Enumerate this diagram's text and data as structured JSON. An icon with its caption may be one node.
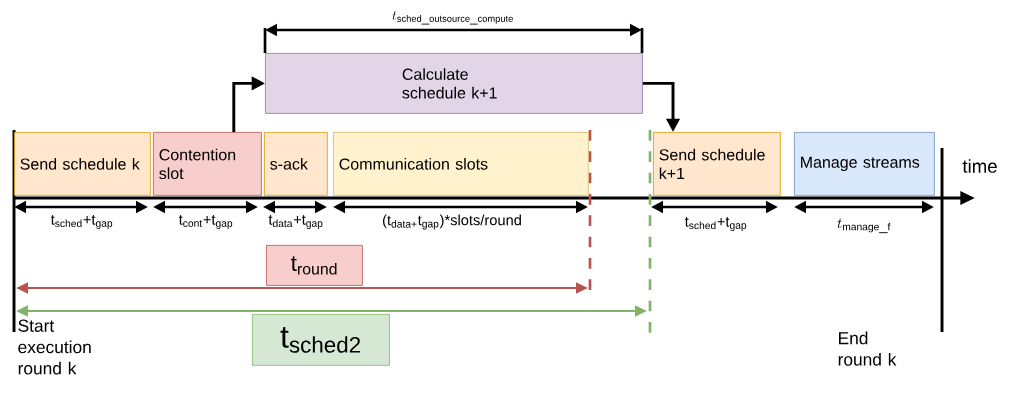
{
  "diagram": {
    "nodes": [
      {
        "text": [
          "Send schedule k"
        ]
      },
      {
        "text": [
          "Contention slot"
        ]
      },
      {
        "text": [
          "s-ack"
        ]
      },
      {
        "text": [
          "Communication slots"
        ]
      },
      {
        "text": [
          "Calculate schedule k+1"
        ]
      },
      {
        "text": [
          "Send schedule k+1"
        ]
      },
      {
        "text": [
          "Manage streams"
        ]
      },
      {
        "text": [
          "t$_{round}$"
        ]
      },
      {
        "text": [
          "t$_{sched2}$"
        ]
      }
    ],
    "edges": [
      {
        "from": 1,
        "to": 4,
        "arrow": "to"
      },
      {
        "from": 4,
        "to": 5,
        "arrow": "to"
      }
    ],
    "labels": [
      "t_{\\mathrm{sched\\_outsource\\_compute}}",
      "time",
      "t$_{sched}$+t$_{gap}$",
      "t$_{cont}$+t$_{gap}$",
      "t$_{data}$+t$_{gap}$",
      "(t$_{data+}$t$_{gap}$)*slots/round",
      "t$_{sched}$+t$_{gap}$",
      "t_{\\mathrm{manage\\_f}}",
      "Start execution round k",
      "End round k"
    ]
  }
}
